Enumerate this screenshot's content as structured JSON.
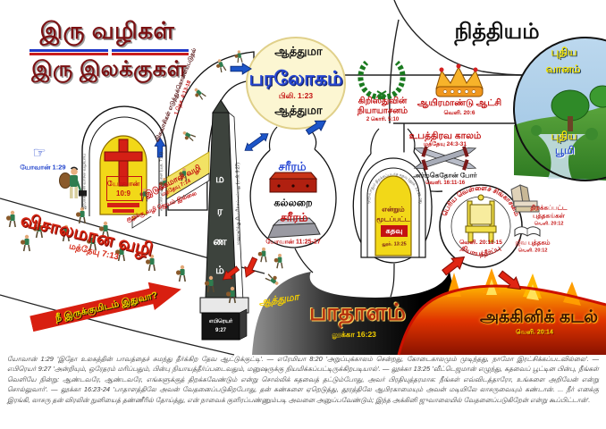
{
  "title": {
    "line1": "இரு வழிகள்",
    "line2": "இரு இலக்குகள்"
  },
  "eternity": {
    "label": "நித்தியம்"
  },
  "rapture": {
    "label": "விசுவாசிகள் எடுத்துக்கொள்ளப்படுதல்",
    "ref": "1 தெச. 4:13-18"
  },
  "heaven": {
    "soul_top": "ஆத்துமா",
    "name": "பரலோகம்",
    "ref": "பிலி. 1:23",
    "soul_bottom": "ஆத்துமா"
  },
  "judgment_seat": {
    "name_line1": "கிறிஸ்துவின்",
    "name_line2": "நியாயாசனம்",
    "ref": "2 கொரி. 5:10",
    "icon": "laurel-wreath"
  },
  "millennium": {
    "name": "ஆயிரமாண்டு ஆட்சி",
    "ref": "வெளி. 20:6",
    "icon": "crown"
  },
  "tribulation": {
    "name": "உபத்திரவ காலம்",
    "ref": "மத்தேயு 24:3-31"
  },
  "armageddon": {
    "name": "அர்மகெதோன் போர்",
    "ref": "வெளி. 16:11-16",
    "icon": "crossed-swords"
  },
  "new_creation": {
    "heaven_1": "புதிய",
    "heaven_2": "வானம்",
    "earth_1": "புதிய",
    "earth_2": "பூமி"
  },
  "white_throne": {
    "arc_top": "பெரிய வெள்ளைச் சிங்காசனம்",
    "arc_bottom": "நியாயத்தீர்ப்பு",
    "ref": "வெளி. 20:11-15",
    "icon": "throne"
  },
  "books": {
    "opened": {
      "name_line1": "திறக்கப்பட்ட",
      "name_line2": "புத்தகங்கள்",
      "ref": "வெளி. 20:12",
      "icon": "book-stack"
    },
    "life": {
      "name": "ஜீவ புத்தகம்",
      "ref": "வெளி. 20:12",
      "icon": "open-book"
    }
  },
  "lake_of_fire": {
    "name": "அக்கினிக் கடல்",
    "ref": "வெளி. 20:14"
  },
  "hades": {
    "soul": "ஆத்துமா",
    "name": "பாதாளம்",
    "ref": "லூக்கா 16:23"
  },
  "narrow_gate": {
    "ref_line1": "யோவான்",
    "ref_line2": "10:9",
    "arch_left": "இடுக்கமான வாசல் வழியாய்",
    "arch_right": "உட்பிரவேசியுங்கள் (மத். 7:13)"
  },
  "lamb_pointer": {
    "ref": "யோவான் 1:29"
  },
  "broad_way": {
    "name": "விசாலமான வழி",
    "ref": "மத்தேயு 7:13"
  },
  "narrow_way": {
    "name": "இடுக்கமான வழி",
    "ref": "மத்தேயு 7:14",
    "note": "குறுக்கு வழி ஜெயம் இல்லை"
  },
  "question": {
    "label": "நீ இருக்குமிடம் இதுவா?"
  },
  "death_pillar": {
    "letters": [
      "ம",
      "ர",
      "ண",
      "ம்"
    ],
    "side_text": "மனுஷர்க்கு நியமிக்கப்பட்டது (எபி. 9:27)",
    "base_line1": "எபிரெயர்",
    "base_line2": "9:27"
  },
  "grave": {
    "body_top": "சரீரம்",
    "label": "கல்லறை",
    "body_bottom": "சரீரம்",
    "ref": "யோவான் 11:25-27"
  },
  "closed_door": {
    "line1": "என்றும்",
    "line2": "மூடப்பட்ட",
    "door": "கதவு",
    "ref": "லூக். 13:25",
    "arc": "ஒருபோதும் திறக்கப்படாத கதவு (லூக். 13:25-28)"
  },
  "icons": {
    "pointer_hand": "☞"
  },
  "colors": {
    "title_maroon": "#7b1113",
    "scripture_red": "#c41212",
    "heaven_blue": "#2747d4",
    "path_yellow": "#f2e264",
    "fire_orange": "#e03400",
    "soul_yellow": "#f5d000"
  },
  "footer": {
    "text": "யோவான் 1:29 'இதோ உலகத்தின் பாவத்தைச் சுமந்து தீர்க்கிற தேவ ஆட்டுக்குட்டி'. — எரேமியா 8:20 'அறுப்புக்காலம் சென்றது, கோடைகாலமும் முடிந்தது, நாமோ இரட்சிக்கப்படவில்லை'. — எபிரெயர் 9:27 'அன்றியும், ஒரேதரம் மரிப்பதும், பின்பு நியாயத்தீர்ப்படைவதும், மனுஷருக்கு நியமிக்கப்பட்டிருக்கிறபடியால்'. — லூக்கா 13:25 'வீட்டெஜமான் எழுந்து, கதவைப் பூட்டின பின்பு, நீங்கள் வெளியே நின்று: ஆண்டவரே, ஆண்டவரே, எங்களுக்குத் திறக்கவேண்டும் என்று சொல்லிக் கதவைத் தட்டும்போது, அவர் பிரதியுத்தரமாக: நீங்கள் எவ்விடத்தாரோ, உங்களை அறியேன் என்று சொல்லுவார்'. — லூக்கா 16:23-24 'பாதாளத்திலே அவன் வேதனைப்படுகிறபோது, தன் கண்களை ஏறெடுத்து, தூரத்திலே ஆபிரகாமையும் அவன் மடியிலே லாசருவையும் கண்டான். ... நீர் எனக்கு இரங்கி, லாசரு தன் விரலின் நுனியைத் தண்ணீரில் தோய்த்து, என் நாவைக் குளிரப்பண்ணும்படி அவனை அனுப்பவேண்டும்; இந்த அக்கினி ஜுவாலையில் வேதனைப்படுகிறேன் என்று கூப்பிட்டான்'."
  }
}
